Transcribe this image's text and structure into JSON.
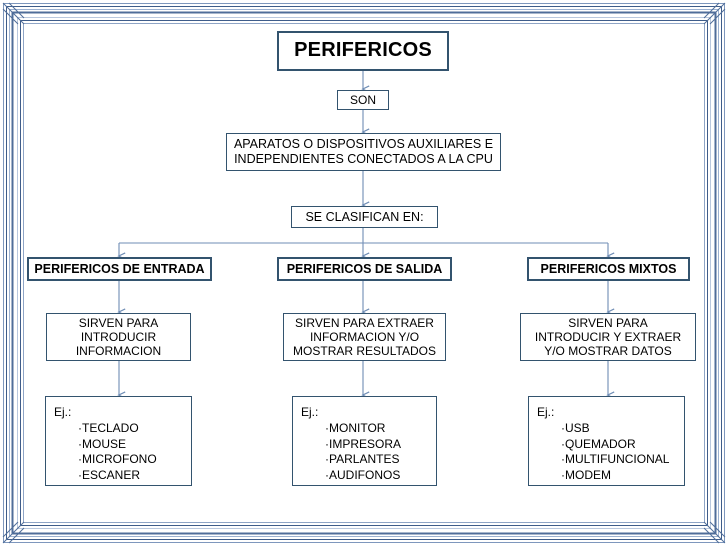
{
  "document": {
    "title": "PERIFERICOS",
    "type": "flowchart",
    "frame_color": "#4f6d99",
    "box_border_color": "#33536e",
    "connector_color": "#6f8db5",
    "text_color": "#000000",
    "background": "#ffffff"
  },
  "diagram": {
    "root": {
      "label": "PERIFERICOS"
    },
    "connector_labels": {
      "son": "SON",
      "classify": "SE CLASIFICAN EN:"
    },
    "definition": {
      "lines": [
        "APARATOS O DISPOSITIVOS AUXILIARES E",
        "INDEPENDIENTES CONECTADOS A LA CPU"
      ]
    },
    "categories": [
      {
        "name": "PERIFERICOS DE ENTRADA",
        "purpose_lines": [
          "SIRVEN PARA",
          "INTRODUCIR",
          "INFORMACION"
        ],
        "examples_label": "Ej.:",
        "examples": [
          "TECLADO",
          "MOUSE",
          "MICROFONO",
          "ESCANER"
        ]
      },
      {
        "name": "PERIFERICOS DE SALIDA",
        "purpose_lines": [
          "SIRVEN PARA EXTRAER",
          "INFORMACION Y/O",
          "MOSTRAR RESULTADOS"
        ],
        "examples_label": "Ej.:",
        "examples": [
          "MONITOR",
          "IMPRESORA",
          "PARLANTES",
          "AUDIFONOS"
        ]
      },
      {
        "name": "PERIFERICOS MIXTOS",
        "purpose_lines": [
          "SIRVEN PARA",
          "INTRODUCIR Y EXTRAER",
          "Y/O MOSTRAR DATOS"
        ],
        "examples_label": "Ej.:",
        "examples": [
          "USB",
          "QUEMADOR",
          "MULTIFUNCIONAL",
          "MODEM"
        ]
      }
    ],
    "bullet_glyph": "·"
  }
}
